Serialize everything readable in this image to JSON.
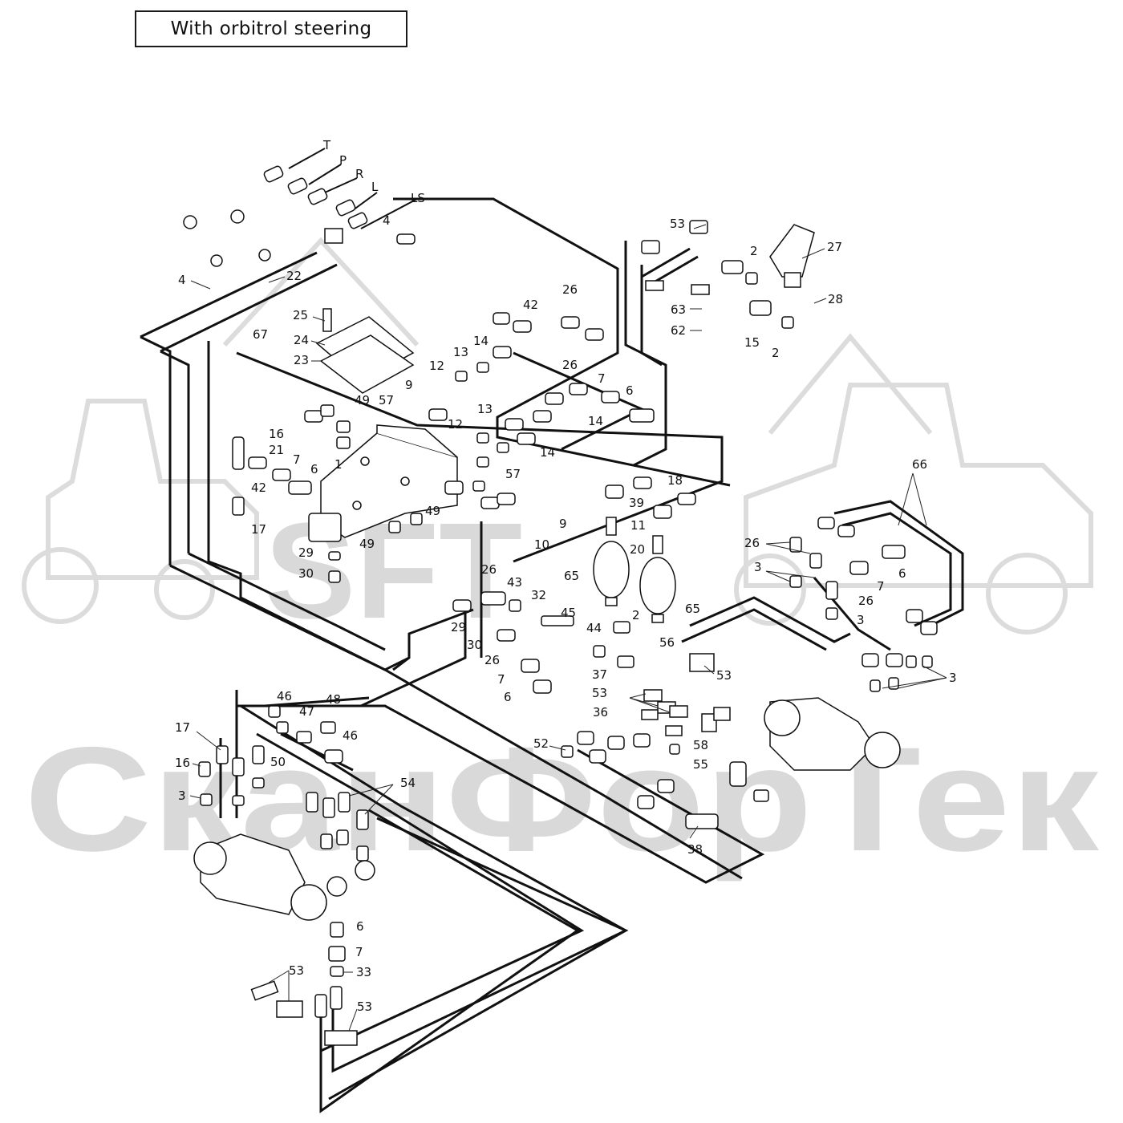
{
  "title": "With orbitrol steering",
  "watermark": {
    "text": "СканФорТек",
    "logo": "SFT"
  },
  "ports": [
    "T",
    "P",
    "R",
    "L",
    "LS"
  ],
  "callouts": [
    {
      "id": "c1",
      "text": "1"
    },
    {
      "id": "c2a",
      "text": "2"
    },
    {
      "id": "c2b",
      "text": "2"
    },
    {
      "id": "c2c",
      "text": "2"
    },
    {
      "id": "c3a",
      "text": "3"
    },
    {
      "id": "c3b",
      "text": "3"
    },
    {
      "id": "c3c",
      "text": "3"
    },
    {
      "id": "c3d",
      "text": "3"
    },
    {
      "id": "c4a",
      "text": "4"
    },
    {
      "id": "c4b",
      "text": "4"
    },
    {
      "id": "c6a",
      "text": "6"
    },
    {
      "id": "c6b",
      "text": "6"
    },
    {
      "id": "c6c",
      "text": "6"
    },
    {
      "id": "c6d",
      "text": "6"
    },
    {
      "id": "c6e",
      "text": "6"
    },
    {
      "id": "c7a",
      "text": "7"
    },
    {
      "id": "c7b",
      "text": "7"
    },
    {
      "id": "c7c",
      "text": "7"
    },
    {
      "id": "c7d",
      "text": "7"
    },
    {
      "id": "c7e",
      "text": "7"
    },
    {
      "id": "c9a",
      "text": "9"
    },
    {
      "id": "c9b",
      "text": "9"
    },
    {
      "id": "c10",
      "text": "10"
    },
    {
      "id": "c11",
      "text": "11"
    },
    {
      "id": "c12a",
      "text": "12"
    },
    {
      "id": "c12b",
      "text": "12"
    },
    {
      "id": "c13a",
      "text": "13"
    },
    {
      "id": "c13b",
      "text": "13"
    },
    {
      "id": "c14a",
      "text": "14"
    },
    {
      "id": "c14b",
      "text": "14"
    },
    {
      "id": "c14c",
      "text": "14"
    },
    {
      "id": "c15",
      "text": "15"
    },
    {
      "id": "c16a",
      "text": "16"
    },
    {
      "id": "c16b",
      "text": "16"
    },
    {
      "id": "c17a",
      "text": "17"
    },
    {
      "id": "c17b",
      "text": "17"
    },
    {
      "id": "c18",
      "text": "18"
    },
    {
      "id": "c20",
      "text": "20"
    },
    {
      "id": "c21",
      "text": "21"
    },
    {
      "id": "c22",
      "text": "22"
    },
    {
      "id": "c23",
      "text": "23"
    },
    {
      "id": "c24",
      "text": "24"
    },
    {
      "id": "c25",
      "text": "25"
    },
    {
      "id": "c26a",
      "text": "26"
    },
    {
      "id": "c26b",
      "text": "26"
    },
    {
      "id": "c26c",
      "text": "26"
    },
    {
      "id": "c26d",
      "text": "26"
    },
    {
      "id": "c26e",
      "text": "26"
    },
    {
      "id": "c26f",
      "text": "26"
    },
    {
      "id": "c27",
      "text": "27"
    },
    {
      "id": "c28",
      "text": "28"
    },
    {
      "id": "c29a",
      "text": "29"
    },
    {
      "id": "c29b",
      "text": "29"
    },
    {
      "id": "c30a",
      "text": "30"
    },
    {
      "id": "c30b",
      "text": "30"
    },
    {
      "id": "c32",
      "text": "32"
    },
    {
      "id": "c33",
      "text": "33"
    },
    {
      "id": "c36",
      "text": "36"
    },
    {
      "id": "c37",
      "text": "37"
    },
    {
      "id": "c38",
      "text": "38"
    },
    {
      "id": "c39",
      "text": "39"
    },
    {
      "id": "c42a",
      "text": "42"
    },
    {
      "id": "c42b",
      "text": "42"
    },
    {
      "id": "c43",
      "text": "43"
    },
    {
      "id": "c44",
      "text": "44"
    },
    {
      "id": "c45",
      "text": "45"
    },
    {
      "id": "c46a",
      "text": "46"
    },
    {
      "id": "c46b",
      "text": "46"
    },
    {
      "id": "c47",
      "text": "47"
    },
    {
      "id": "c48",
      "text": "48"
    },
    {
      "id": "c49a",
      "text": "49"
    },
    {
      "id": "c49b",
      "text": "49"
    },
    {
      "id": "c49c",
      "text": "49"
    },
    {
      "id": "c50",
      "text": "50"
    },
    {
      "id": "c52",
      "text": "52"
    },
    {
      "id": "c53a",
      "text": "53"
    },
    {
      "id": "c53b",
      "text": "53"
    },
    {
      "id": "c53c",
      "text": "53"
    },
    {
      "id": "c53d",
      "text": "53"
    },
    {
      "id": "c53e",
      "text": "53"
    },
    {
      "id": "c54",
      "text": "54"
    },
    {
      "id": "c55",
      "text": "55"
    },
    {
      "id": "c56",
      "text": "56"
    },
    {
      "id": "c57a",
      "text": "57"
    },
    {
      "id": "c57b",
      "text": "57"
    },
    {
      "id": "c58",
      "text": "58"
    },
    {
      "id": "c62",
      "text": "62"
    },
    {
      "id": "c63",
      "text": "63"
    },
    {
      "id": "c65a",
      "text": "65"
    },
    {
      "id": "c65b",
      "text": "65"
    },
    {
      "id": "c66",
      "text": "66"
    },
    {
      "id": "c67",
      "text": "67"
    }
  ]
}
